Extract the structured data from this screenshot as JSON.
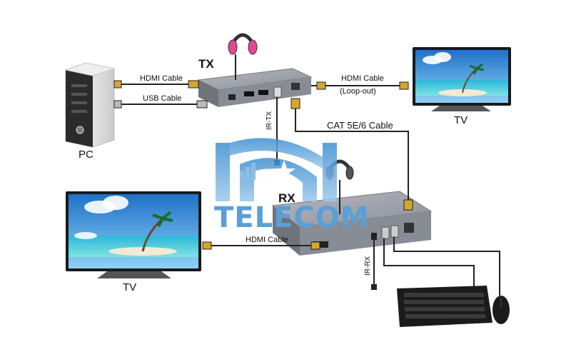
{
  "labels": {
    "tx": "TX",
    "rx": "RX",
    "pc": "PC",
    "tv_top": "TV",
    "tv_left": "TV",
    "hdmi_cable_pc": "HDMI Cable",
    "usb_cable": "USB Cable",
    "hdmi_cable_loop": "HDMI Cable",
    "loop_out": "(Loop-out)",
    "cat_cable": "CAT 5E/6 Cable",
    "ir_tx": "IR-TX",
    "ir_rx": "IR-RX",
    "hdmi_cable_rx": "HDMI Cable"
  },
  "watermark": {
    "text": "TELECOM",
    "color": "#5aa0d6"
  },
  "colors": {
    "device_body": "#8b8f99",
    "device_top": "#a7abb4",
    "cable": "#222222",
    "screen_sky": "#4fa3e0",
    "sea": "#36c6d3",
    "sand": "#f3ead3"
  }
}
